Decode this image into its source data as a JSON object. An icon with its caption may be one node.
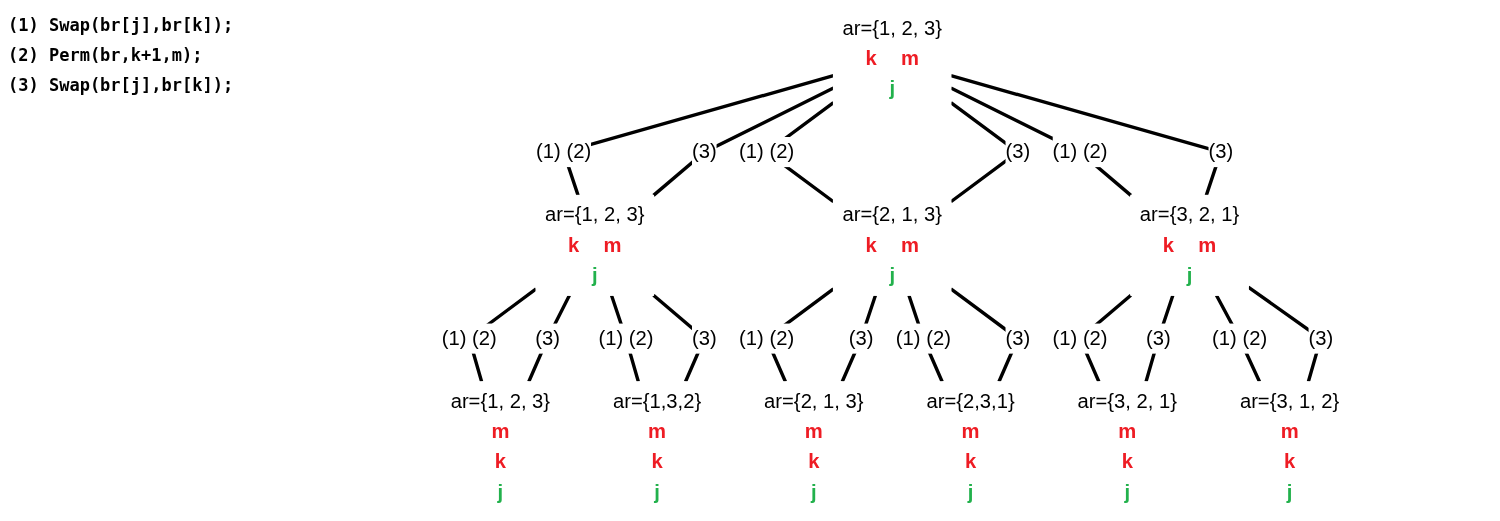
{
  "diagram": {
    "nodes": [
      {
        "text": [
          "ar={1, 2, 3}",
          "k",
          "m",
          "j"
        ]
      },
      {
        "text": [
          "ar={1, 2, 3}",
          "k",
          "m",
          "j"
        ]
      },
      {
        "text": [
          "ar={2, 1, 3}",
          "k",
          "m",
          "j"
        ]
      },
      {
        "text": [
          "ar={3, 2, 1}",
          "k",
          "m",
          "j"
        ]
      },
      {
        "text": [
          "ar={1, 2, 3}",
          "m",
          "k",
          "j"
        ]
      },
      {
        "text": [
          "ar={1,3,2}",
          "m",
          "k",
          "j"
        ]
      },
      {
        "text": [
          "ar={2, 1, 3}",
          "m",
          "k",
          "j"
        ]
      },
      {
        "text": [
          "ar={2,3,1}",
          "m",
          "k",
          "j"
        ]
      },
      {
        "text": [
          "ar={3, 2, 1}",
          "m",
          "k",
          "j"
        ]
      },
      {
        "text": [
          "ar={3, 1, 2}",
          "m",
          "k",
          "j"
        ]
      }
    ],
    "edges": [
      {
        "from": 0,
        "to": 1,
        "arrow": "none",
        "label": "(1) (2)"
      },
      {
        "from": 0,
        "to": 1,
        "arrow": "none",
        "label": "(3)"
      },
      {
        "from": 0,
        "to": 2,
        "arrow": "none",
        "label": "(1) (2)"
      },
      {
        "from": 0,
        "to": 2,
        "arrow": "none",
        "label": "(3)"
      },
      {
        "from": 0,
        "to": 3,
        "arrow": "none",
        "label": "(1) (2)"
      },
      {
        "from": 0,
        "to": 3,
        "arrow": "none",
        "label": "(3)"
      },
      {
        "from": 1,
        "to": 4,
        "arrow": "none",
        "label": "(1) (2)"
      },
      {
        "from": 1,
        "to": 4,
        "arrow": "none",
        "label": "(3)"
      },
      {
        "from": 1,
        "to": 5,
        "arrow": "none",
        "label": "(1) (2)"
      },
      {
        "from": 1,
        "to": 5,
        "arrow": "none",
        "label": "(3)"
      },
      {
        "from": 2,
        "to": 6,
        "arrow": "none",
        "label": "(1) (2)"
      },
      {
        "from": 2,
        "to": 6,
        "arrow": "none",
        "label": "(3)"
      },
      {
        "from": 2,
        "to": 7,
        "arrow": "none",
        "label": "(1) (2)"
      },
      {
        "from": 2,
        "to": 7,
        "arrow": "none",
        "label": "(3)"
      },
      {
        "from": 3,
        "to": 8,
        "arrow": "none",
        "label": "(1) (2)"
      },
      {
        "from": 3,
        "to": 8,
        "arrow": "none",
        "label": "(3)"
      },
      {
        "from": 3,
        "to": 9,
        "arrow": "none",
        "label": "(1) (2)"
      },
      {
        "from": 3,
        "to": 9,
        "arrow": "none",
        "label": "(3)"
      }
    ],
    "labels": [
      "(1) Swap(br[j],br[k]);",
      "(2) Perm(br,k+1,m);",
      "(3) Swap(br[j],br[k]);"
    ]
  }
}
